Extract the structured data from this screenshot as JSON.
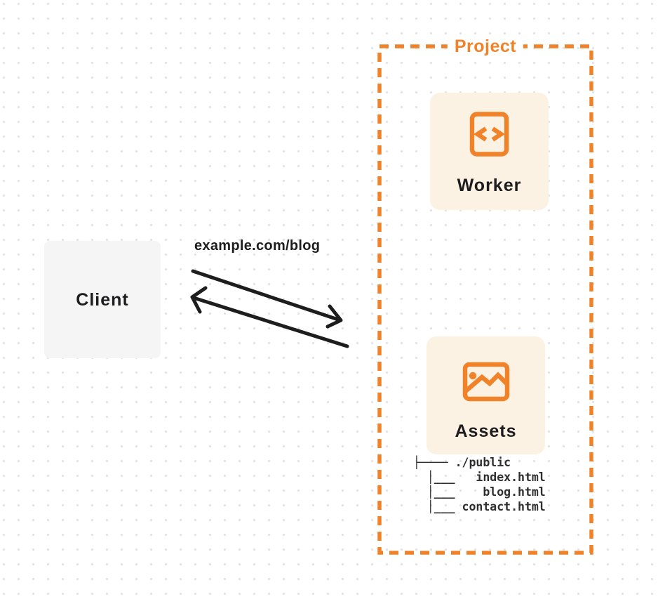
{
  "colors": {
    "accent_orange": "#F0832A",
    "card_background": "#FCF2E3",
    "client_background": "#F5F5F6",
    "text_dark": "#1D1D1F",
    "arrow_black": "#1D1D1D",
    "dot_grid": "#E3E3E7"
  },
  "client": {
    "label": "Client"
  },
  "request": {
    "url_label": "example.com/blog"
  },
  "project": {
    "label": "Project",
    "worker": {
      "label": "Worker",
      "icon": "code-file-icon"
    },
    "assets": {
      "label": "Assets",
      "icon": "image-icon",
      "file_tree_lines": [
        "├──── ./public",
        "  │___   index.html",
        "  │___    blog.html",
        "  │___ contact.html"
      ]
    }
  }
}
